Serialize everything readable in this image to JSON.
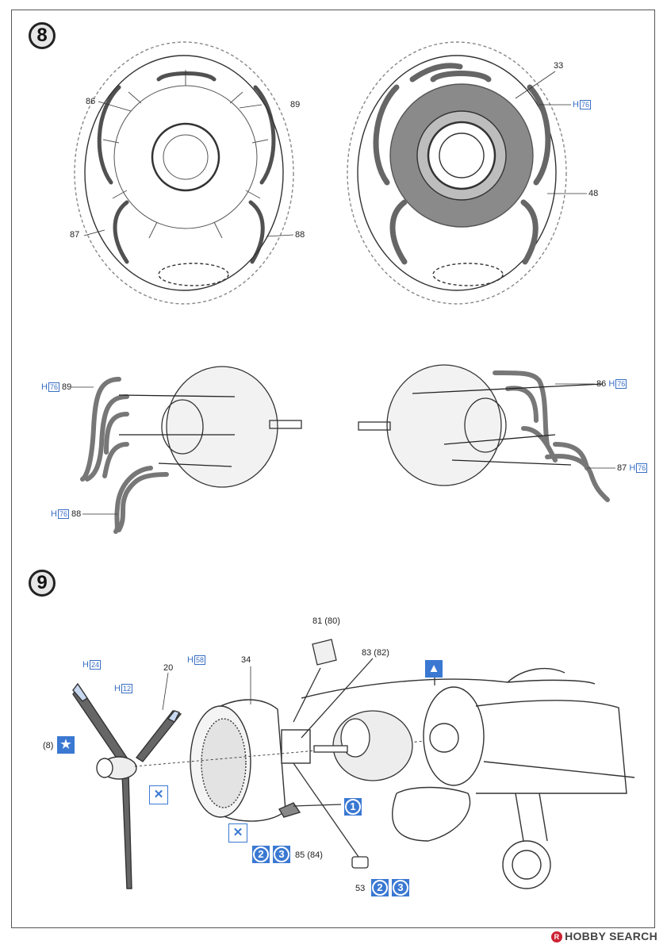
{
  "steps": {
    "s8": "8",
    "s9": "9"
  },
  "parts": {
    "p86": "86",
    "p89": "89",
    "p87": "87",
    "p88": "88",
    "p33": "33",
    "p48": "48",
    "p76": "76",
    "p34": "34",
    "p20": "20",
    "p81": "81 (80)",
    "p83": "83 (82)",
    "p85": "85 (84)",
    "p53": "53",
    "p24": "24",
    "p12": "12",
    "p58": "58",
    "p8": "8"
  },
  "paint": {
    "h": "H",
    "bold1": "1",
    "bold2": "2",
    "bold3": "3"
  },
  "colors": {
    "paint_blue": "#3a78d2",
    "dark_gray": "#777777"
  },
  "icons": [
    "star-icon",
    "no-glue-icon",
    "glue-icon"
  ],
  "watermark": {
    "brand": "HOBBY SEARCH",
    "mark": "R"
  }
}
